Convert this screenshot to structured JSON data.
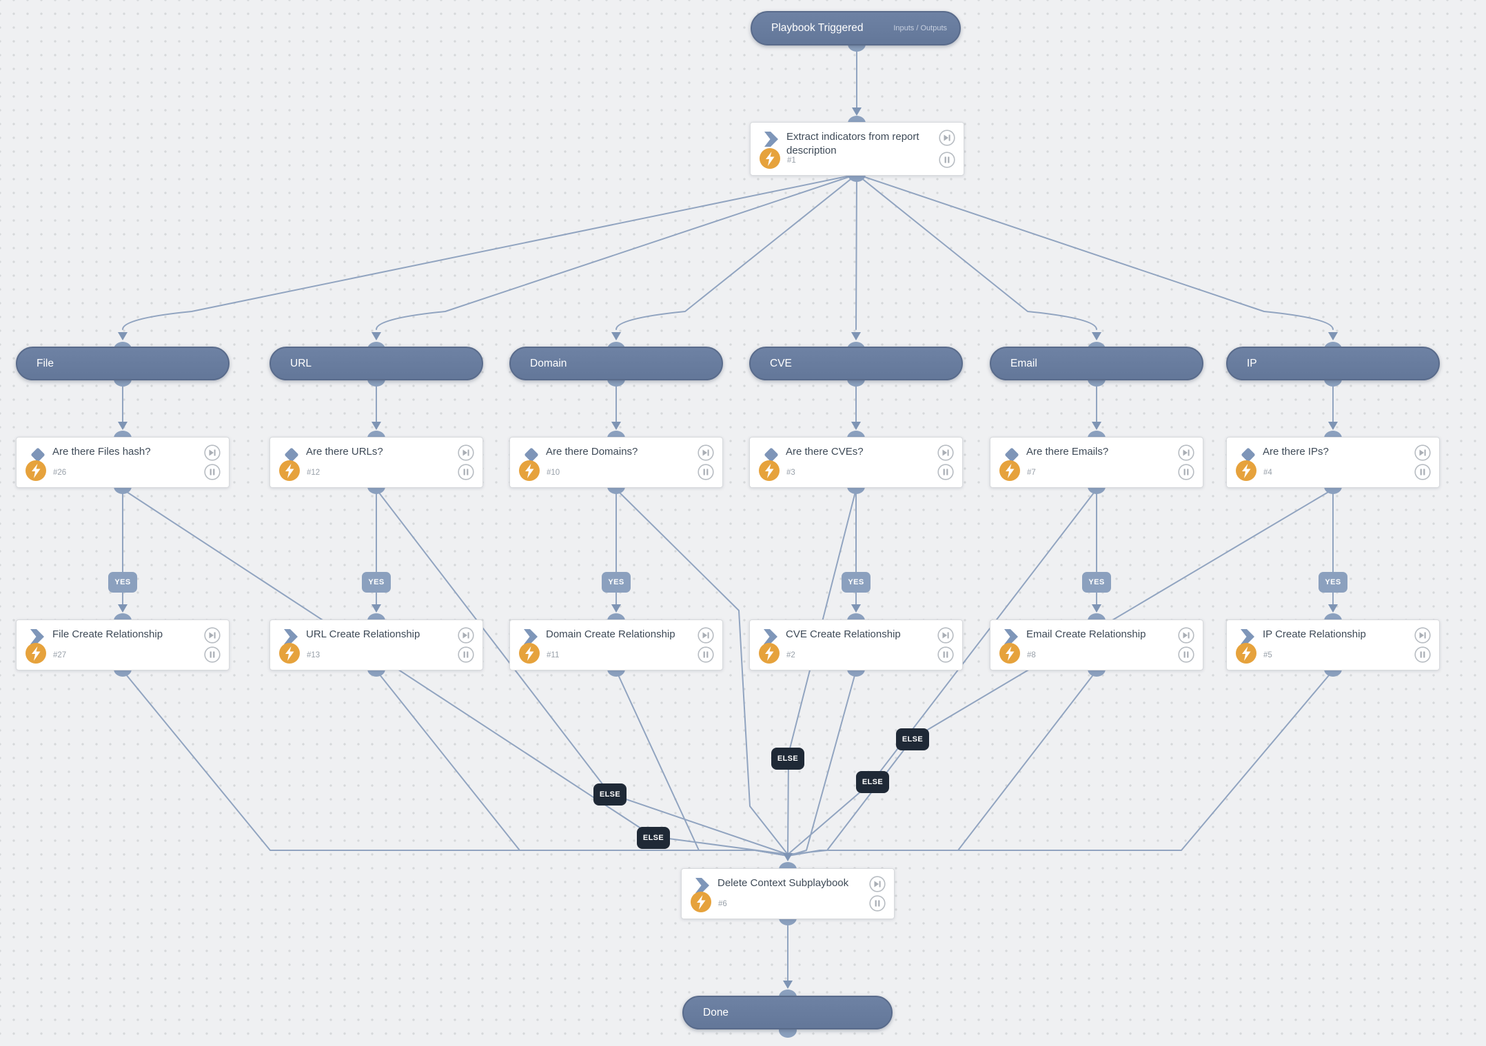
{
  "start": {
    "label": "Playbook Triggered",
    "io": "Inputs / Outputs"
  },
  "tasks": {
    "extract": {
      "title": "Extract indicators from report description",
      "id": "#1"
    },
    "delete": {
      "title": "Delete Context Subplaybook",
      "id": "#6"
    }
  },
  "branches": [
    {
      "section": "File",
      "condition": "Are there Files hash?",
      "condition_id": "#26",
      "create": "File Create Relationship",
      "create_id": "#27"
    },
    {
      "section": "URL",
      "condition": "Are there URLs?",
      "condition_id": "#12",
      "create": "URL Create Relationship",
      "create_id": "#13"
    },
    {
      "section": "Domain",
      "condition": "Are there Domains?",
      "condition_id": "#10",
      "create": "Domain Create Relationship",
      "create_id": "#11"
    },
    {
      "section": "CVE",
      "condition": "Are there CVEs?",
      "condition_id": "#3",
      "create": "CVE Create Relationship",
      "create_id": "#2"
    },
    {
      "section": "Email",
      "condition": "Are there Emails?",
      "condition_id": "#7",
      "create": "Email Create Relationship",
      "create_id": "#8"
    },
    {
      "section": "IP",
      "condition": "Are there IPs?",
      "condition_id": "#4",
      "create": "IP Create Relationship",
      "create_id": "#5"
    }
  ],
  "done": {
    "label": "Done"
  },
  "labels": {
    "yes": "YES",
    "else": "ELSE"
  },
  "colors": {
    "pill_fill": "#687C9E",
    "pill_border": "#596B8B",
    "connector": "#91A4C0",
    "arrowhead": "#7E94B4",
    "connector_node": "#8BA0BE",
    "lightning_circle": "#E6A23C",
    "yes_badge": "#8BA0BE",
    "else_badge": "#1F2936",
    "task_icon_blue": "#7E96B9",
    "title_text": "#3E4A57",
    "id_text": "#98A0A9"
  },
  "icons": {
    "task_type": "chevron-icon",
    "condition_type": "diamond-icon",
    "quiet_mode": "lightning-icon",
    "skip": "skip-forward-icon",
    "pause": "pause-icon"
  }
}
